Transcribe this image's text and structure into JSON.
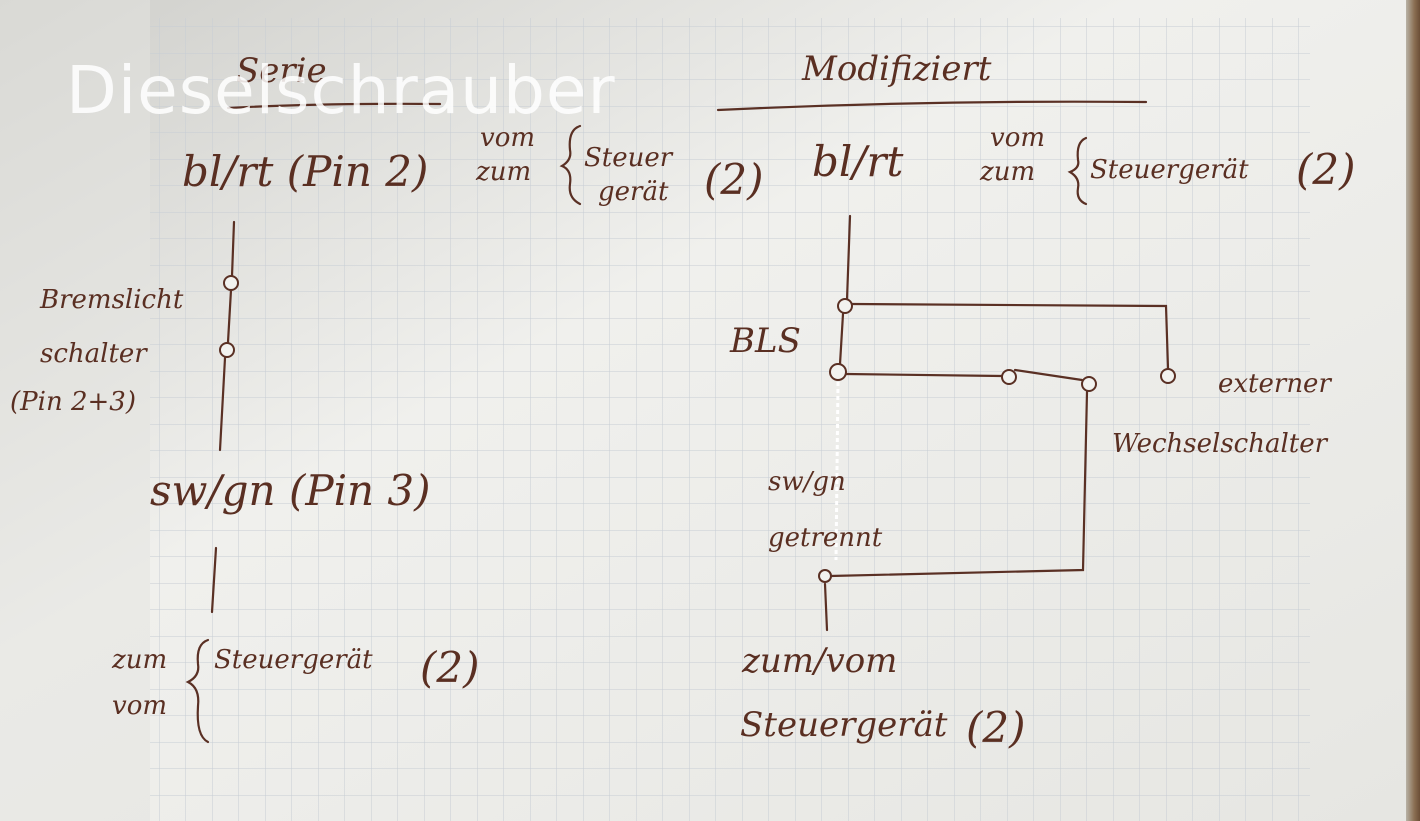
{
  "watermark": "Dieselschrauber",
  "left": {
    "heading": "Serie",
    "top_wire": "bl/rt (Pin 2)",
    "top_dir": [
      "vom",
      "zum"
    ],
    "top_dest": [
      "Steuer",
      "gerät"
    ],
    "top_paren": "(2)",
    "switch_label": [
      "Bremslicht",
      "schalter",
      "(Pin 2+3)"
    ],
    "bottom_wire": "sw/gn (Pin 3)",
    "bottom_dir": [
      "zum",
      "vom"
    ],
    "bottom_dest": "Steuergerät",
    "bottom_paren": "(2)"
  },
  "right": {
    "heading": "Modifiziert",
    "top_wire": "bl/rt",
    "top_dir": [
      "vom",
      "zum"
    ],
    "top_dest": "Steuergerät",
    "top_paren": "(2)",
    "switch_label": "BLS",
    "ext_label": [
      "externer",
      "Wechselschalter"
    ],
    "cut_label": [
      "sw/gn",
      "getrennt"
    ],
    "bottom_label": [
      "zum/vom",
      "Steuergerät"
    ],
    "bottom_paren": "(2)"
  },
  "colors": {
    "ink": "#5a2f22",
    "paper": "#f2f2ef",
    "grid": "#c7cdd4",
    "watermark": "#ffffff"
  }
}
